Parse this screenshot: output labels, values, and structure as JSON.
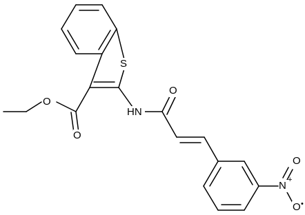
{
  "molecule": {
    "atom_labels": {
      "S": "S",
      "NH": "HN",
      "O_ketone": "O",
      "O_ester_single": "O",
      "O_ester_carbonyl": "O",
      "N_nitro": "N",
      "N_nitro_charge": "+",
      "O_nitro_top": "O",
      "O_nitro_radical": "O",
      "O_nitro_radical_mark": "•"
    }
  }
}
